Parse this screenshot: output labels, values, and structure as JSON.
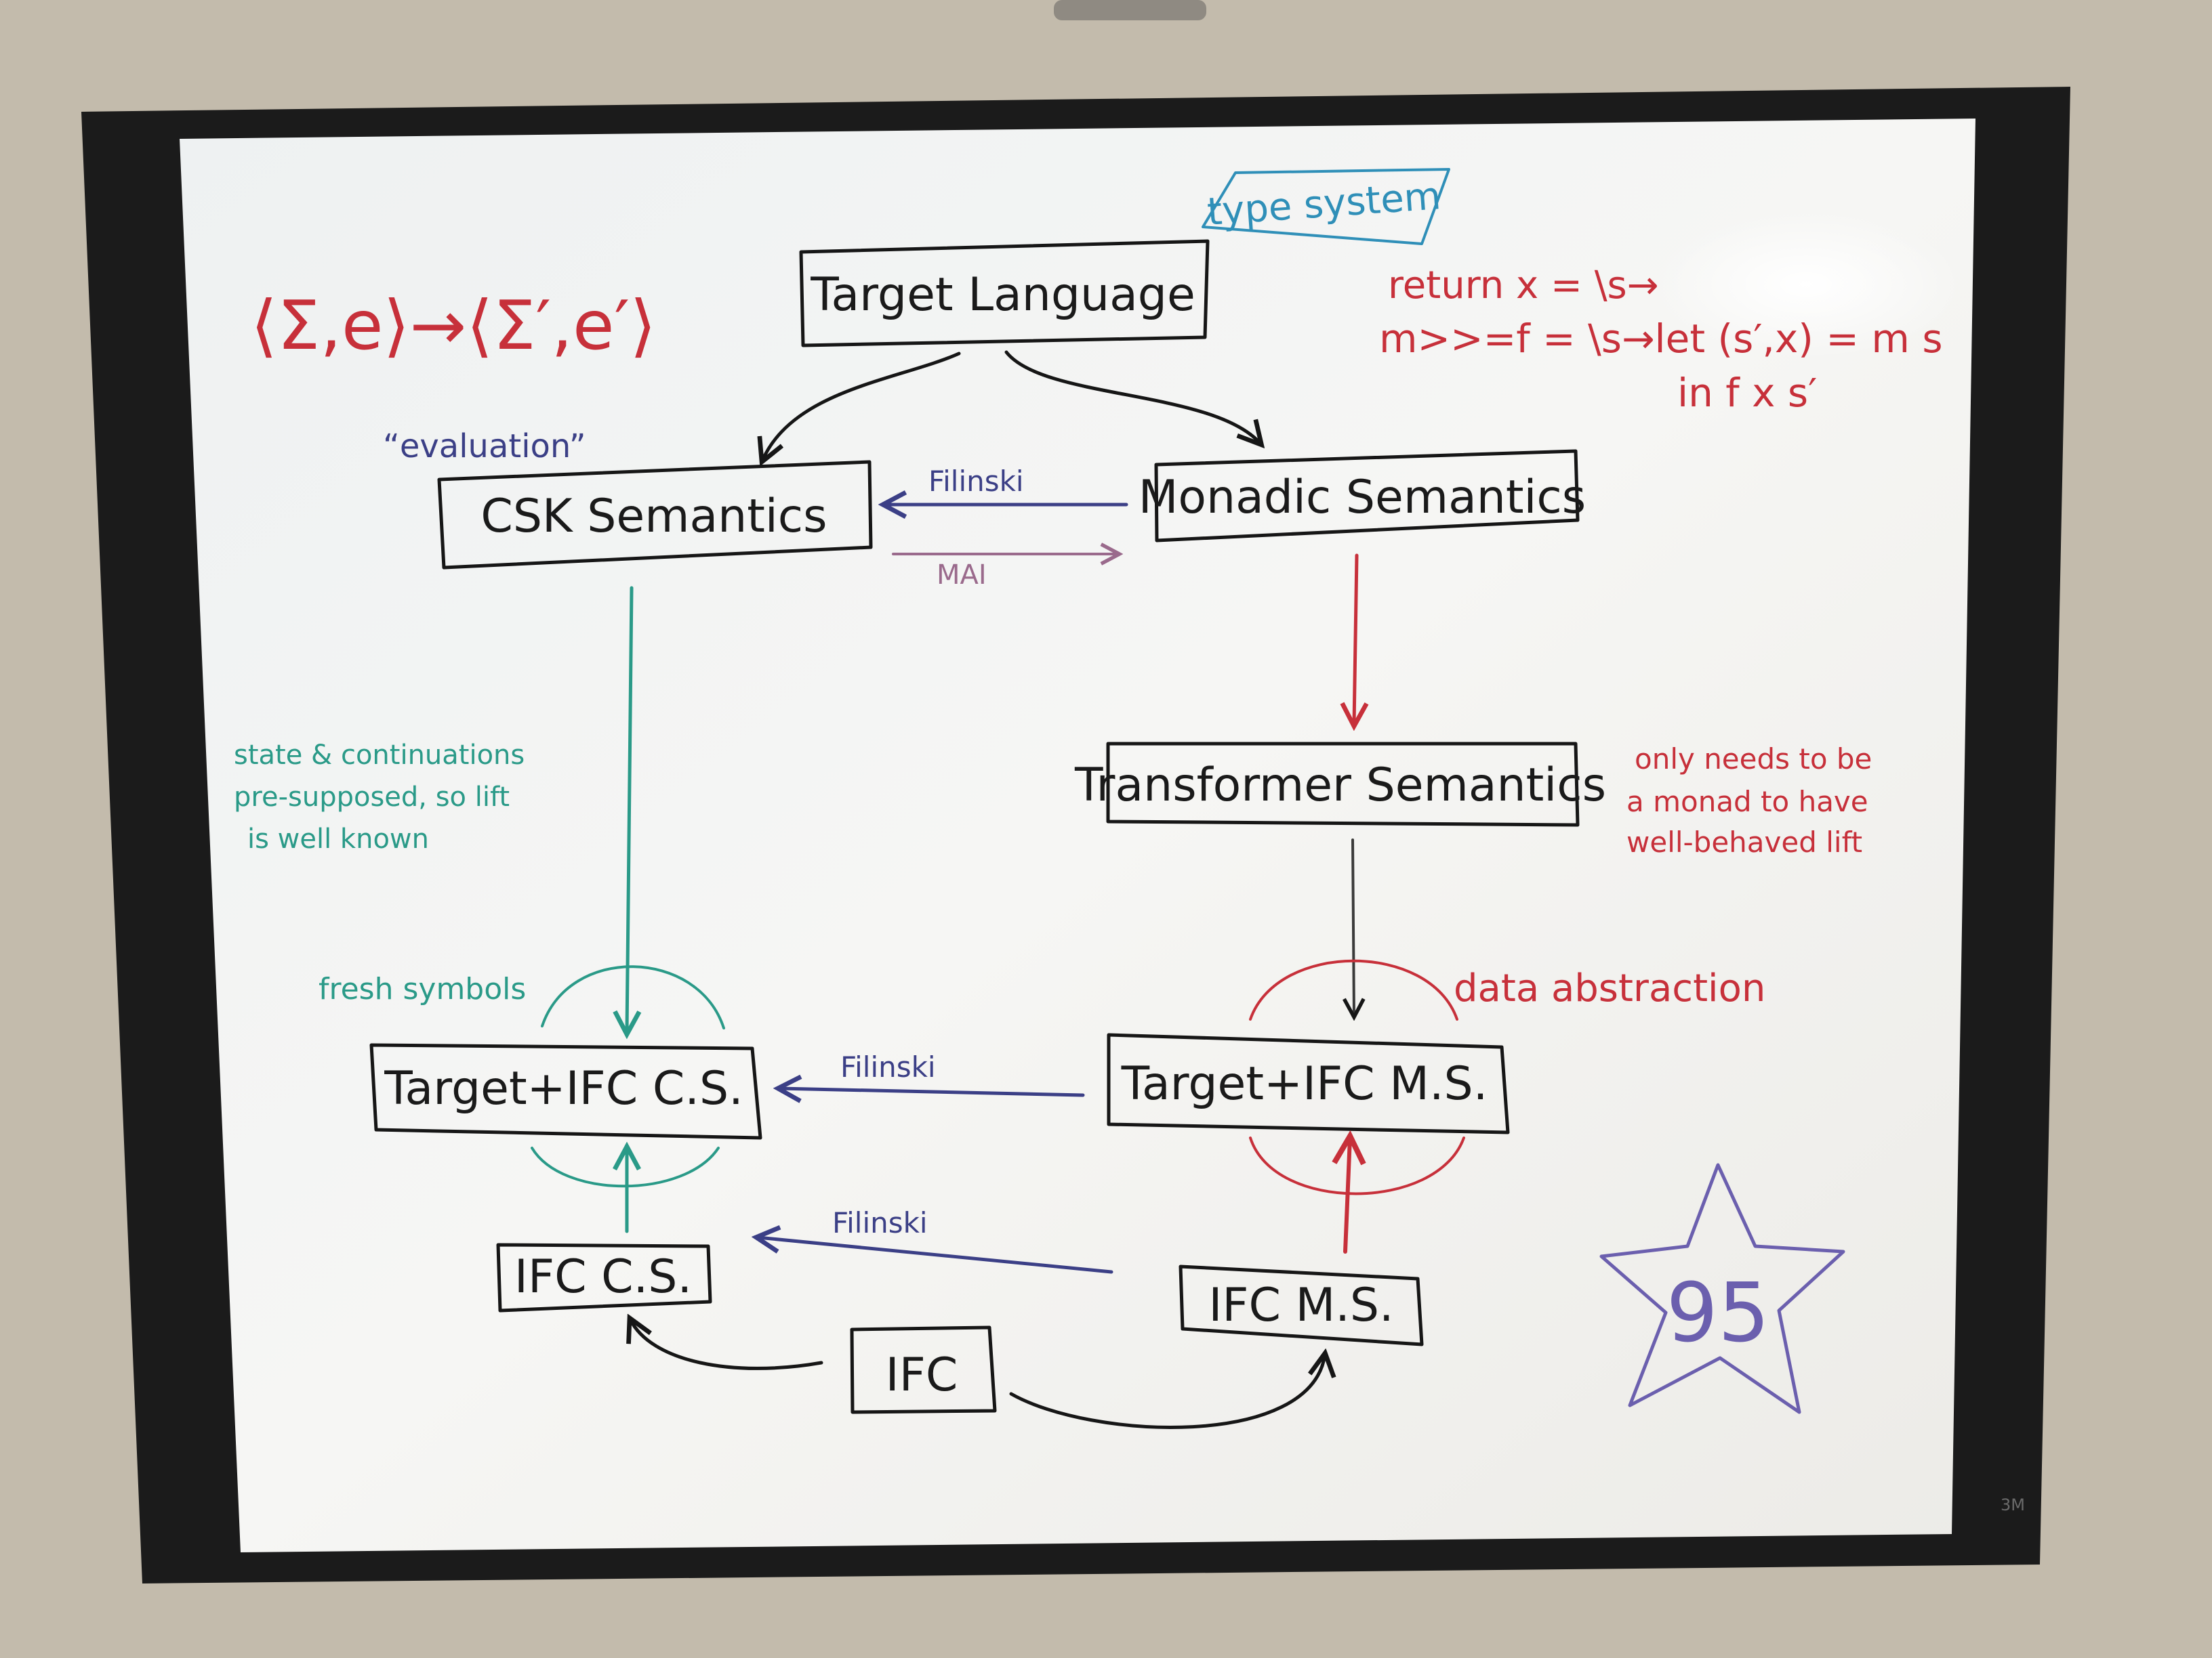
{
  "colors": {
    "black": "#161616",
    "blue": "#3b3f86",
    "teal": "#2a9a88",
    "red": "#c7303a",
    "mauve": "#9a6a8c",
    "lightblue": "#2f8fb8",
    "purple": "#6b5fae",
    "board": "#f4f5f4",
    "frame": "#1b1b1b"
  },
  "nodes": {
    "target_language": "Target Language",
    "csk_semantics": "CSK   Semantics",
    "monadic_semantics": "Monadic  Semantics",
    "transformer_semantics": "Transformer  Semantics",
    "target_ifc_cs": "Target+IFC  C.S.",
    "target_ifc_ms": "Target+IFC  M.S.",
    "ifc_cs": "IFC C.S.",
    "ifc_ms": "IFC M.S.",
    "ifc": "IFC"
  },
  "edges": {
    "filinski_top": "Filinski",
    "mai": "MAI",
    "filinski_mid": "Filinski",
    "filinski_bottom": "Filinski"
  },
  "annotations": {
    "type_system": "type system",
    "evaluation": "“evaluation”",
    "transition": "⟨Σ,e⟩→⟨Σ′,e′⟩",
    "return_def": "return x = \\s→",
    "bind_def": "m>>=f = \\s→let (s′,x) = m s",
    "bind_def_cont": "in f x s′",
    "state_note_1": "state & continuations",
    "state_note_2": "pre-supposed, so lift",
    "state_note_3": "is well known",
    "monad_note_1": "only needs to be",
    "monad_note_2": "a monad to have",
    "monad_note_3": "well-behaved lift",
    "fresh_symbols": "fresh symbols",
    "data_abstraction": "data abstraction",
    "star_text": "95",
    "brand": "3M"
  }
}
